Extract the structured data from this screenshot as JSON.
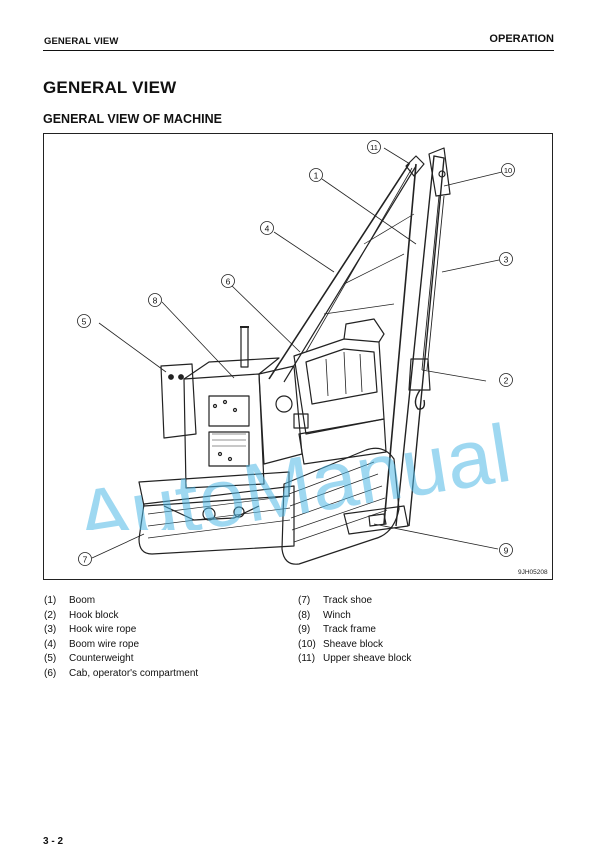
{
  "header": {
    "section": "GENERAL VIEW",
    "chapter": "OPERATION"
  },
  "title": "GENERAL VIEW",
  "subtitle": "GENERAL VIEW OF MACHINE",
  "figure": {
    "code": "9JH05208",
    "callouts": [
      "1",
      "2",
      "3",
      "4",
      "5",
      "6",
      "7",
      "8",
      "9",
      "10",
      "11"
    ]
  },
  "legend_left": [
    {
      "num": "(1)",
      "label": "Boom"
    },
    {
      "num": "(2)",
      "label": "Hook block"
    },
    {
      "num": "(3)",
      "label": "Hook wire rope"
    },
    {
      "num": "(4)",
      "label": "Boom wire rope"
    },
    {
      "num": "(5)",
      "label": "Counterweight"
    },
    {
      "num": "(6)",
      "label": "Cab, operator's compartment"
    }
  ],
  "legend_right": [
    {
      "num": "(7)",
      "label": "Track shoe"
    },
    {
      "num": "(8)",
      "label": "Winch"
    },
    {
      "num": "(9)",
      "label": "Track frame"
    },
    {
      "num": "(10)",
      "label": "Sheave block"
    },
    {
      "num": "(11)",
      "label": "Upper sheave block"
    }
  ],
  "watermark": "AutoManual",
  "footer": {
    "page": "3 - 2"
  }
}
